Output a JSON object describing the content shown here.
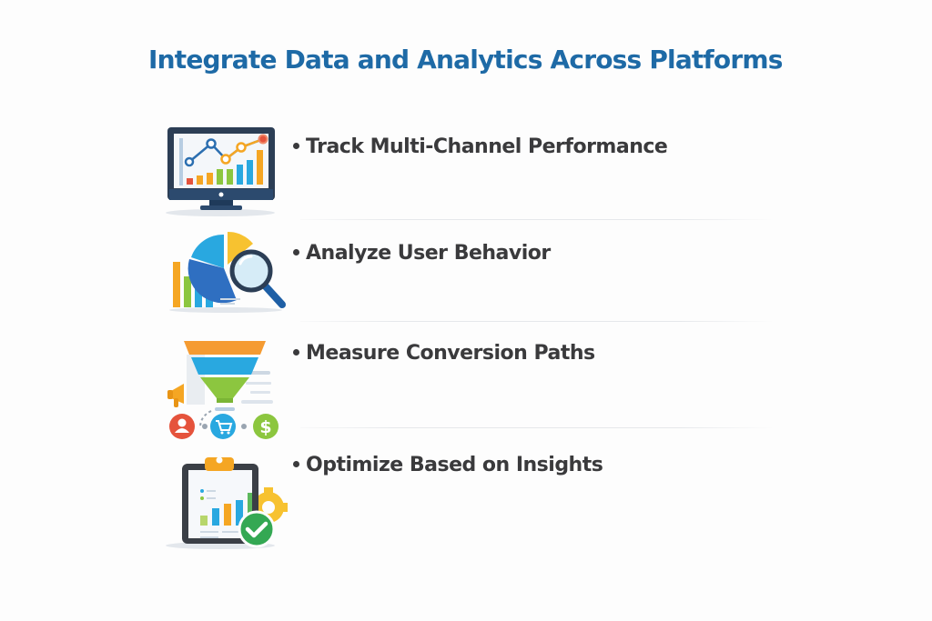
{
  "title": "Integrate Data and Analytics Across Platforms",
  "colors": {
    "title": "#1e6aa6",
    "text": "#3a3a3c",
    "orange": "#f5a623",
    "blue": "#29a8e0",
    "green": "#8cc63f",
    "red": "#e5533c",
    "navy": "#2c4a6e"
  },
  "items": [
    {
      "label": "Track Multi-Channel Performance",
      "icon": "monitor-chart-icon"
    },
    {
      "label": "Analyze User Behavior",
      "icon": "pie-chart-magnifier-icon"
    },
    {
      "label": "Measure Conversion Paths",
      "icon": "conversion-funnel-icon"
    },
    {
      "label": "Optimize Based on Insights",
      "icon": "clipboard-checkmark-gear-icon"
    }
  ]
}
